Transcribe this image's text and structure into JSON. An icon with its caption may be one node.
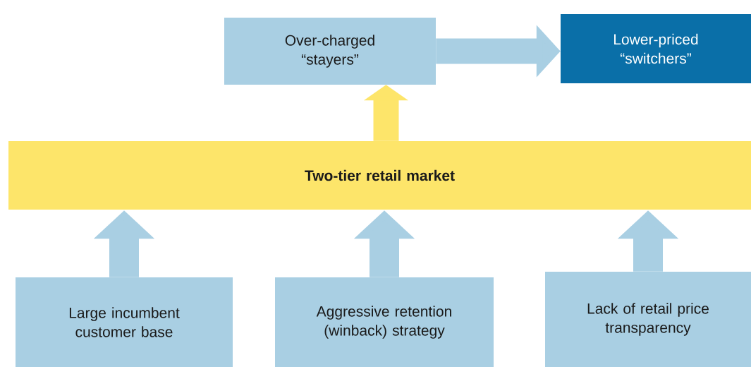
{
  "diagram": {
    "nodes": [
      {
        "text": [
          "Over-charged “stayers”"
        ]
      },
      {
        "text": [
          "Lower-priced “switchers”"
        ]
      },
      {
        "text": [
          "Two-tier retail market"
        ]
      },
      {
        "text": [
          "Large incumbent customer base"
        ]
      },
      {
        "text": [
          "Aggressive retention (winback) strategy"
        ]
      },
      {
        "text": [
          "Lack of retail price transparency"
        ]
      }
    ],
    "edges": [
      {
        "from": 0,
        "to": 1,
        "arrow": "to"
      },
      {
        "from": 2,
        "to": 0,
        "arrow": "to",
        "color": "#fde56a"
      },
      {
        "from": 3,
        "to": 2,
        "arrow": "to"
      },
      {
        "from": 4,
        "to": 2,
        "arrow": "to"
      },
      {
        "from": 5,
        "to": 2,
        "arrow": "to"
      }
    ]
  }
}
